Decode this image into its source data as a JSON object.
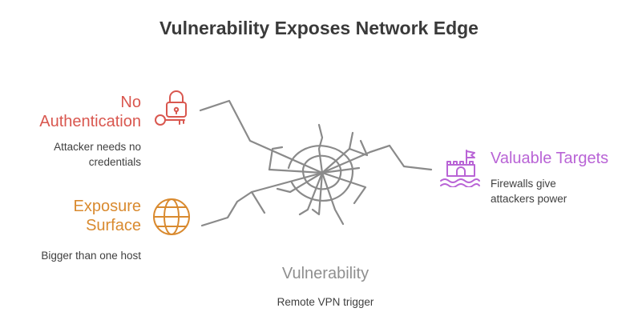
{
  "title": "Vulnerability Exposes Network Edge",
  "colors": {
    "no_auth": "#d9574f",
    "exposure": "#d98a2f",
    "targets": "#b964d6",
    "vulnerability": "#8f8f8f",
    "crack": "#8a8a8a",
    "title": "#3a3a3a",
    "text": "#3f3f3f"
  },
  "nodes": {
    "no_authentication": {
      "title_line1": "No",
      "title_line2": "Authentication",
      "description_line1": "Attacker needs no",
      "description_line2": "credentials",
      "icon": "lock-key-icon"
    },
    "exposure_surface": {
      "title_line1": "Exposure",
      "title_line2": "Surface",
      "description": "Bigger than one host",
      "icon": "globe-icon"
    },
    "valuable_targets": {
      "title": "Valuable Targets",
      "description_line1": "Firewalls give",
      "description_line2": "attackers power",
      "icon": "castle-flag-icon"
    },
    "vulnerability": {
      "title": "Vulnerability",
      "description": "Remote VPN trigger",
      "icon": "cracked-glass-icon"
    }
  }
}
